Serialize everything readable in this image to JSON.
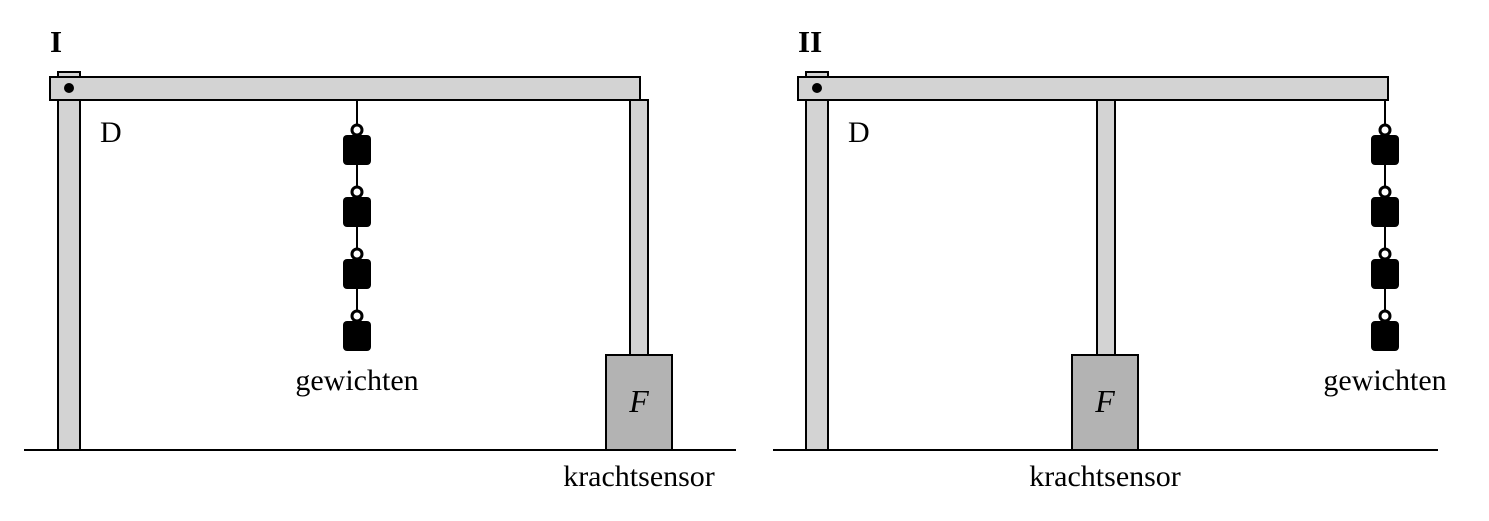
{
  "panels": [
    {
      "numeral": "I",
      "pivot_label": "D",
      "weights_label": "gewichten",
      "sensor_symbol": "F",
      "sensor_label": "krachtsensor"
    },
    {
      "numeral": "II",
      "pivot_label": "D",
      "weights_label": "gewichten",
      "sensor_symbol": "F",
      "sensor_label": "krachtsensor"
    }
  ],
  "weights_per_stack": 4,
  "colors": {
    "beam": "#d3d3d3",
    "sensor": "#b3b3b3",
    "weight": "#000000",
    "line": "#000000"
  }
}
